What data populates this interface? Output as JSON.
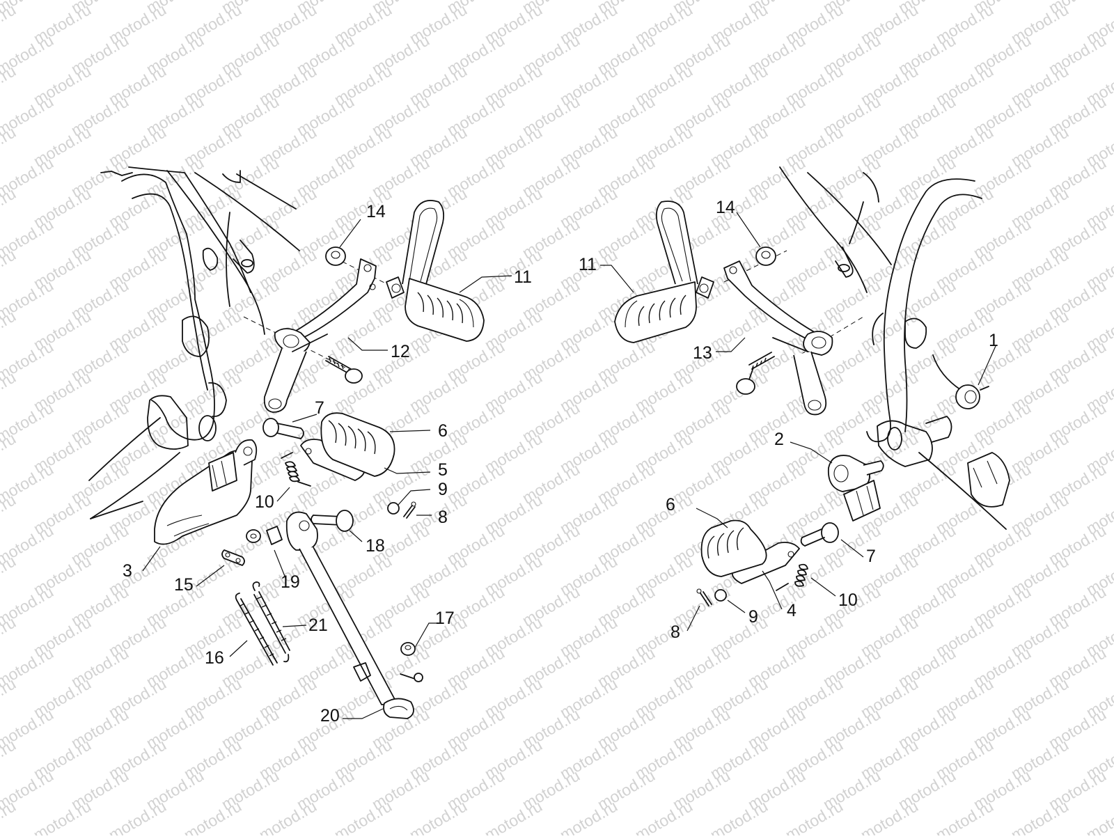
{
  "watermark": {
    "text": "motod.ru"
  },
  "diagram": {
    "left_assembly": {
      "callouts": [
        "14",
        "11",
        "12",
        "7",
        "6",
        "5",
        "9",
        "10",
        "8",
        "18",
        "3",
        "15",
        "19",
        "21",
        "17",
        "16",
        "20"
      ]
    },
    "right_assembly": {
      "callouts": [
        "14",
        "11",
        "13",
        "1",
        "2",
        "6",
        "7",
        "10",
        "4",
        "9",
        "8"
      ]
    }
  }
}
